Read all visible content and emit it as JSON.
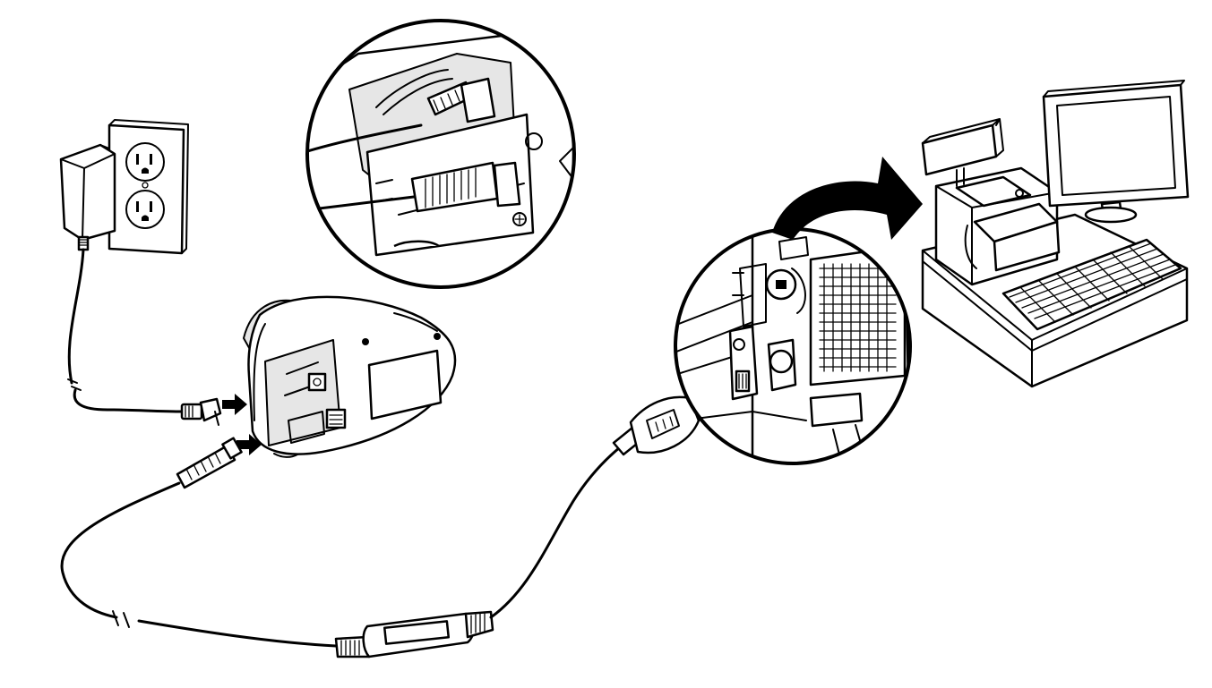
{
  "diagram": {
    "components": [
      "power-adapter",
      "wall-outlet",
      "scanner-base",
      "interface-cable",
      "host-terminal"
    ],
    "callouts": [
      "scanner-port-detail",
      "terminal-port-detail"
    ],
    "colors": {
      "line": "#000000",
      "background": "#ffffff",
      "shade": "#e6e6e6"
    }
  }
}
